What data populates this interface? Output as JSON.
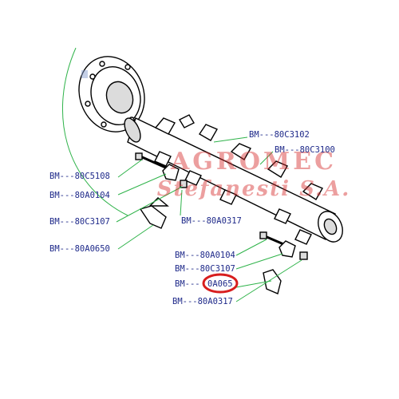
{
  "labels": {
    "bm_80c3102": "BM---80C3102",
    "bm_80c3100": "BM---80C3100",
    "bm_80c5108": "BM---80C5108",
    "bm_80a0104_left": "BM---80A0104",
    "bm_80c3107_left": "BM---80C3107",
    "bm_80a0317_mid": "BM---80A0317",
    "bm_80a0650": "BM---80A0650",
    "bm_80a0104_right": "BM---80A0104",
    "bm_80c3107_right": "BM---80C3107",
    "bm_prefix": "BM---",
    "bm_highlighted_suffix": "0A065",
    "bm_80a0317_bottom": "BM---80A0317"
  },
  "watermark": {
    "line1": "AGROMEC",
    "line2": "Stefanesti S.A."
  },
  "colors": {
    "label_text": "#1f2a8a",
    "leader_lines": "#2fb34a",
    "watermark": "#d42a2a",
    "highlight_circle": "#d81e1e"
  }
}
